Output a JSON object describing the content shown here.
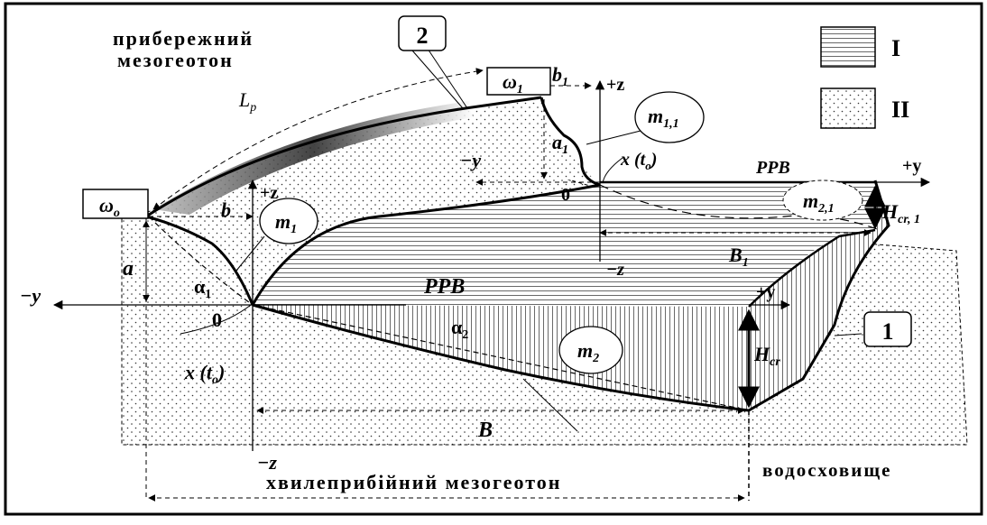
{
  "labels": {
    "coastal_line1": "прибережний",
    "coastal_line2": "мезогеотон",
    "wave_zone": "хвилеприбійний мезогеотон",
    "reservoir": "водосховище",
    "lp": "L",
    "lp_sub": "p",
    "omega0": "ω",
    "omega0_sub": "o",
    "omega1": "ω",
    "omega1_sub": "1",
    "callout2": "2",
    "callout1": "1",
    "m1": "m",
    "m1_sub": "1",
    "m11": "m",
    "m11_sub": "1,1",
    "m2": "m",
    "m2_sub": "2",
    "m21": "m",
    "m21_sub": "2,1",
    "ppb_upper": "PPB",
    "ppb_lower": "PPB",
    "b": "b",
    "b1": "b",
    "b1_sub": "1",
    "a": "a",
    "a1": "a",
    "a1_sub": "1",
    "alpha1": "α",
    "alpha1_sub": "1",
    "alpha2": "α",
    "alpha2_sub": "2",
    "hcr": "H",
    "hcr_sub": "cr",
    "hcr1": "H",
    "hcr1_sub": "cr, 1",
    "B": "B",
    "B1": "B",
    "B1_sub": "1",
    "x_t0_lower": "x (t",
    "x_t0_lower_sub": "o",
    "x_t0_lower_close": ")",
    "x_t0_upper": "x (t",
    "x_t0_upper_sub": "o",
    "x_t0_upper_close": ")",
    "zero_lower": "0",
    "zero_upper": "0",
    "plus_z_lower": "+z",
    "plus_z_upper": "+z",
    "minus_z_lower": "−z",
    "minus_z_upper": "−z",
    "minus_y_lower": "−y",
    "minus_y_upper": "−y",
    "plus_y_lower": "+y",
    "plus_y_upper": "+y",
    "legend_I": "I",
    "legend_II": "II"
  }
}
